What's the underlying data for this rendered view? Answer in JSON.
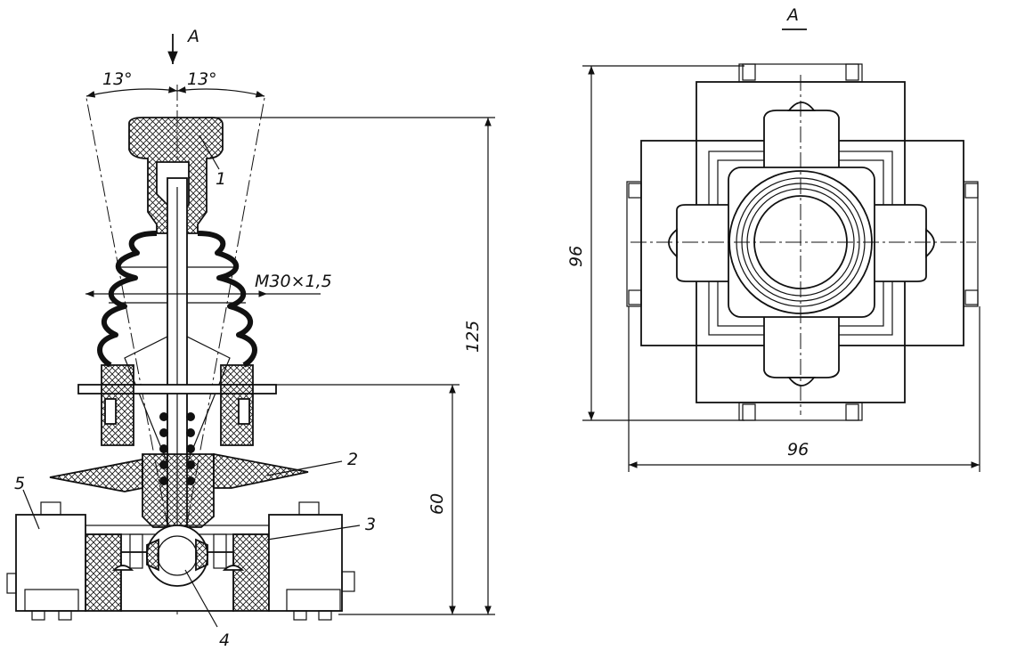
{
  "view_label": "A",
  "arrow_label": "A",
  "angles": {
    "left": "13°",
    "right": "13°"
  },
  "thread_label": "M30×1,5",
  "dimensions": {
    "overall_height": "125",
    "mount_height": "60",
    "plan_height": "96",
    "plan_width": "96"
  },
  "callouts": [
    "1",
    "2",
    "3",
    "4",
    "5"
  ]
}
